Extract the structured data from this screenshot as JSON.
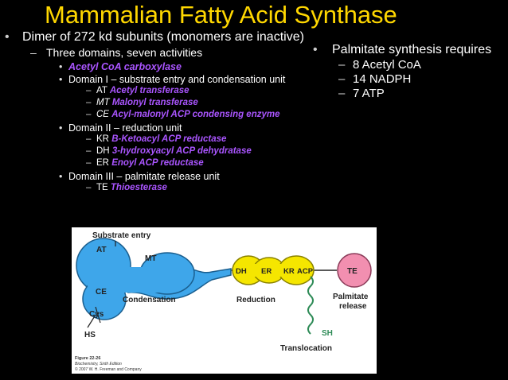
{
  "title": "Mammalian Fatty Acid Synthase",
  "left": {
    "b1": "Dimer of 272 kd subunits (monomers are inactive)",
    "b1_sub": "Three domains, seven activities",
    "acc": "Acetyl CoA carboxylase",
    "d1": "Domain I – substrate entry and condensation unit",
    "d1_items": [
      {
        "abbr": "AT",
        "name": "Acetyl transferase"
      },
      {
        "abbr": "MT",
        "name": "Malonyl transferase"
      },
      {
        "abbr": "CE",
        "name": "Acyl-malonyl ACP condensing enzyme"
      }
    ],
    "d2": "Domain II – reduction unit",
    "d2_items": [
      {
        "abbr": "KR",
        "name": "B-Ketoacyl ACP reductase"
      },
      {
        "abbr": "DH",
        "name": "3-hydroxyacyl ACP dehydratase"
      },
      {
        "abbr": "ER",
        "name": "Enoyl ACP reductase"
      }
    ],
    "d3": "Domain III – palmitate release unit",
    "d3_items": [
      {
        "abbr": "TE",
        "name": "Thioesterase"
      }
    ]
  },
  "right": {
    "b1": "Palmitate synthesis requires",
    "items": [
      "8 Acetyl CoA",
      "14 NADPH",
      "7 ATP"
    ]
  },
  "figure": {
    "substrate_entry": "Substrate entry",
    "at": "AT",
    "mt": "MT",
    "ce": "CE",
    "condensation": "Condensation",
    "cys": "Cys",
    "hs": "HS",
    "dh": "DH",
    "er": "ER",
    "kr": "KR",
    "acp": "ACP",
    "reduction": "Reduction",
    "te": "TE",
    "palmitate_release_1": "Palmitate",
    "palmitate_release_2": "release",
    "sh": "SH",
    "translocation": "Translocation",
    "caption_1": "Figure 22-26",
    "caption_2": "Biochemistry, Sixth Edition",
    "caption_3": "© 2007 W. H. Freeman and Company",
    "colors": {
      "blue": "#3ea6ea",
      "yellow": "#f5e600",
      "pink": "#f28fb0",
      "green": "#2e8b57"
    }
  }
}
